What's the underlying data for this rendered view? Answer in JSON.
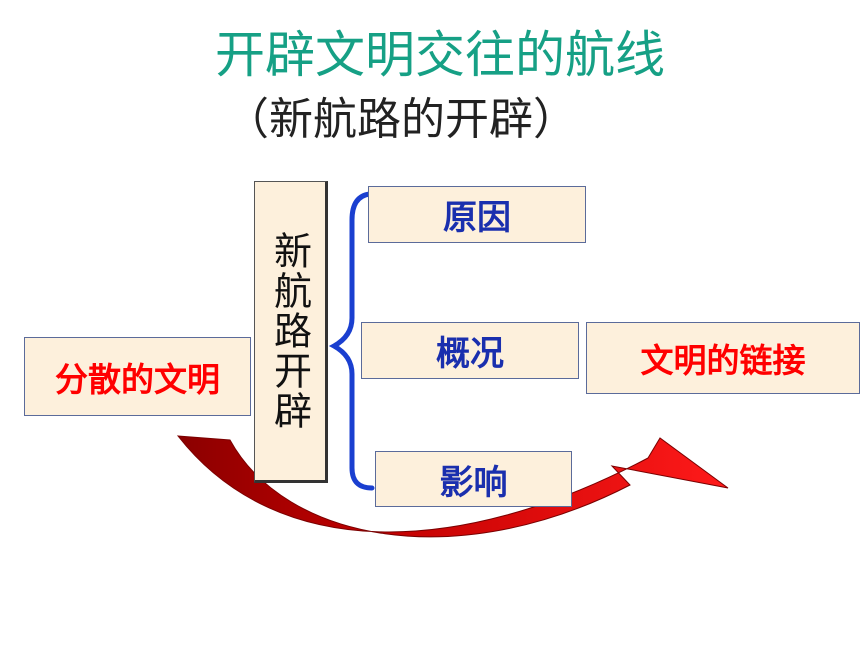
{
  "title": "开辟文明交往的航线",
  "subtitle": "（新航路的开辟）",
  "center_label": "新航路开辟",
  "left_box": "分散的文明",
  "right_box": "文明的链接",
  "branches": [
    "原因",
    "概况",
    "影响"
  ],
  "colors": {
    "title": "#16a085",
    "blue": "#1a2fae",
    "red": "#ff0000",
    "box_fill": "#fdf0dc",
    "brace": "#1a3fd0",
    "arrow": "#d40000"
  }
}
